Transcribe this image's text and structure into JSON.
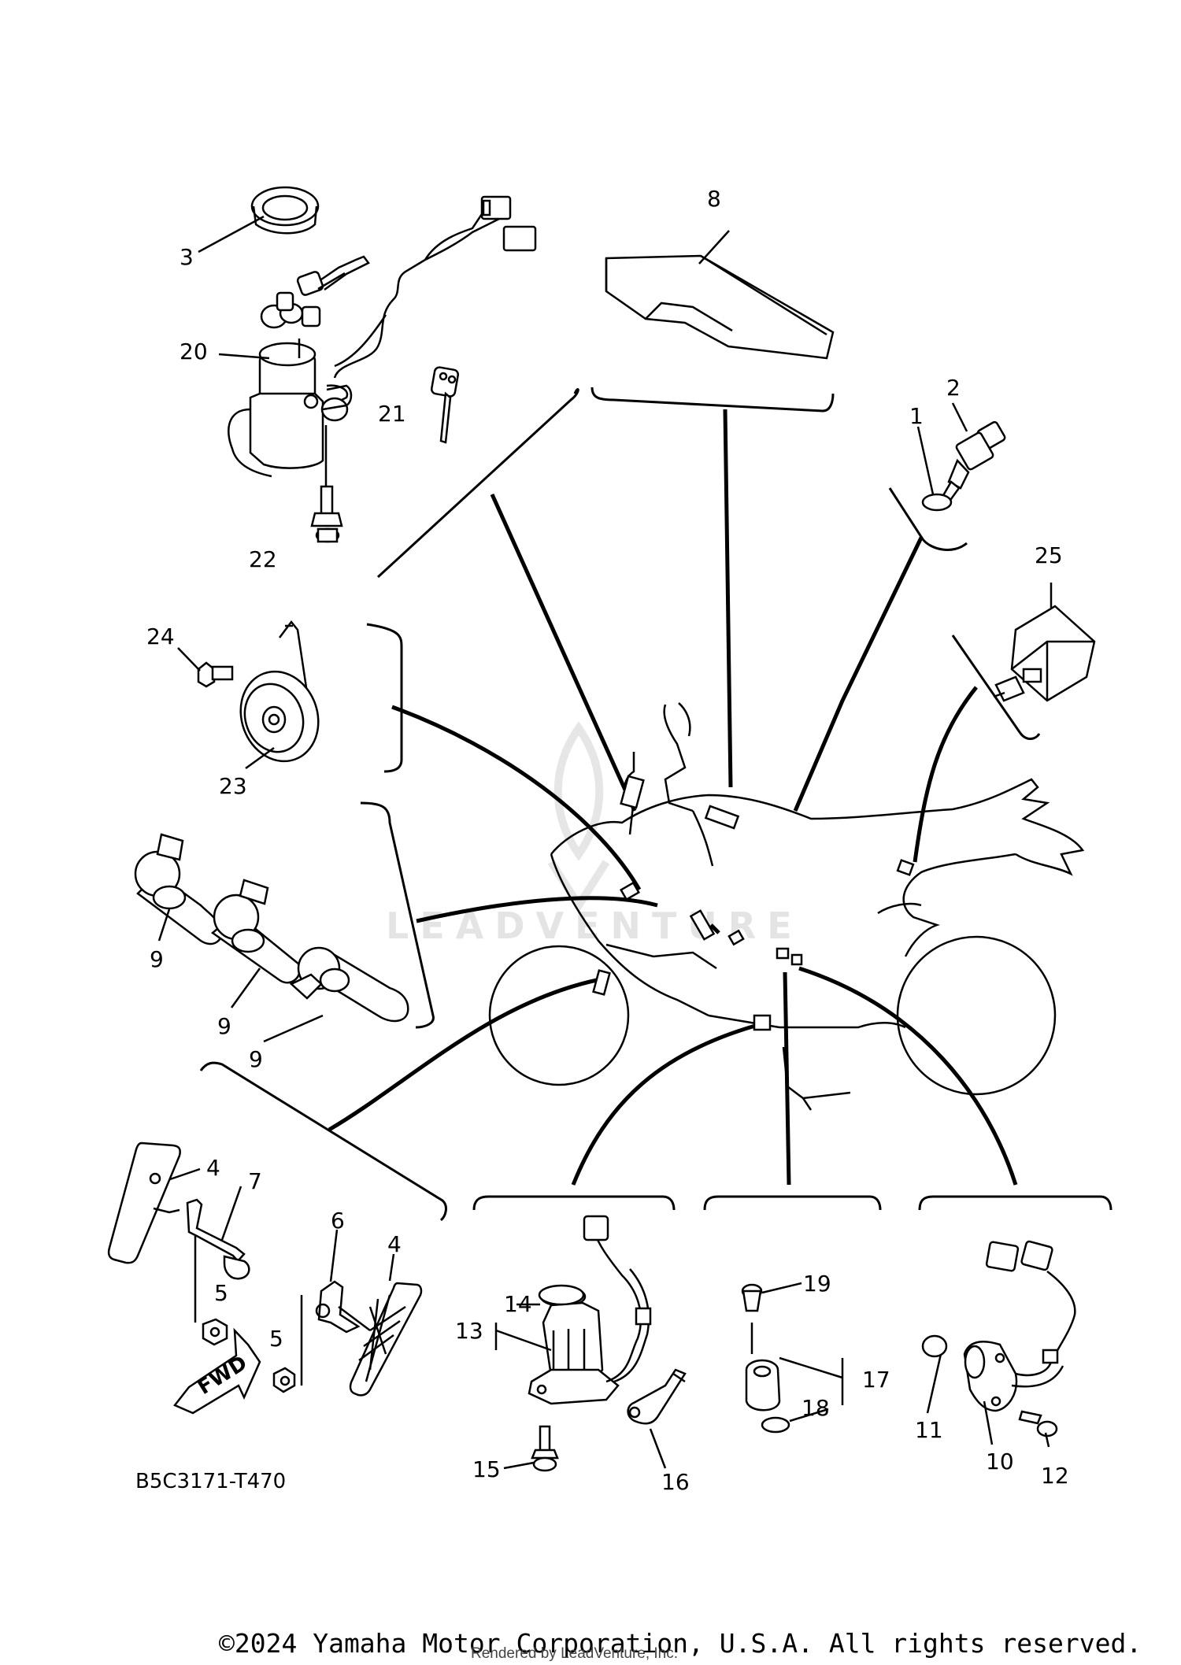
{
  "diagram": {
    "part_code": "B5C3171-T470",
    "fwd_label": "FWD",
    "watermark": "LEADVENTURE",
    "copyright": "©2024 Yamaha Motor Corporation, U.S.A. All rights reserved.",
    "rendered_by": "Rendered by LeadVenture, Inc.",
    "callouts": {
      "c1": "1",
      "c2": "2",
      "c3": "3",
      "c4a": "4",
      "c4b": "4",
      "c5a": "5",
      "c5b": "5",
      "c6": "6",
      "c7": "7",
      "c8": "8",
      "c9a": "9",
      "c9b": "9",
      "c9c": "9",
      "c10": "10",
      "c11": "11",
      "c12": "12",
      "c13": "13",
      "c14": "14",
      "c15": "15",
      "c16": "16",
      "c17": "17",
      "c18": "18",
      "c19": "19",
      "c20": "20",
      "c21": "21",
      "c22": "22",
      "c23": "23",
      "c24": "24",
      "c25": "25"
    }
  }
}
